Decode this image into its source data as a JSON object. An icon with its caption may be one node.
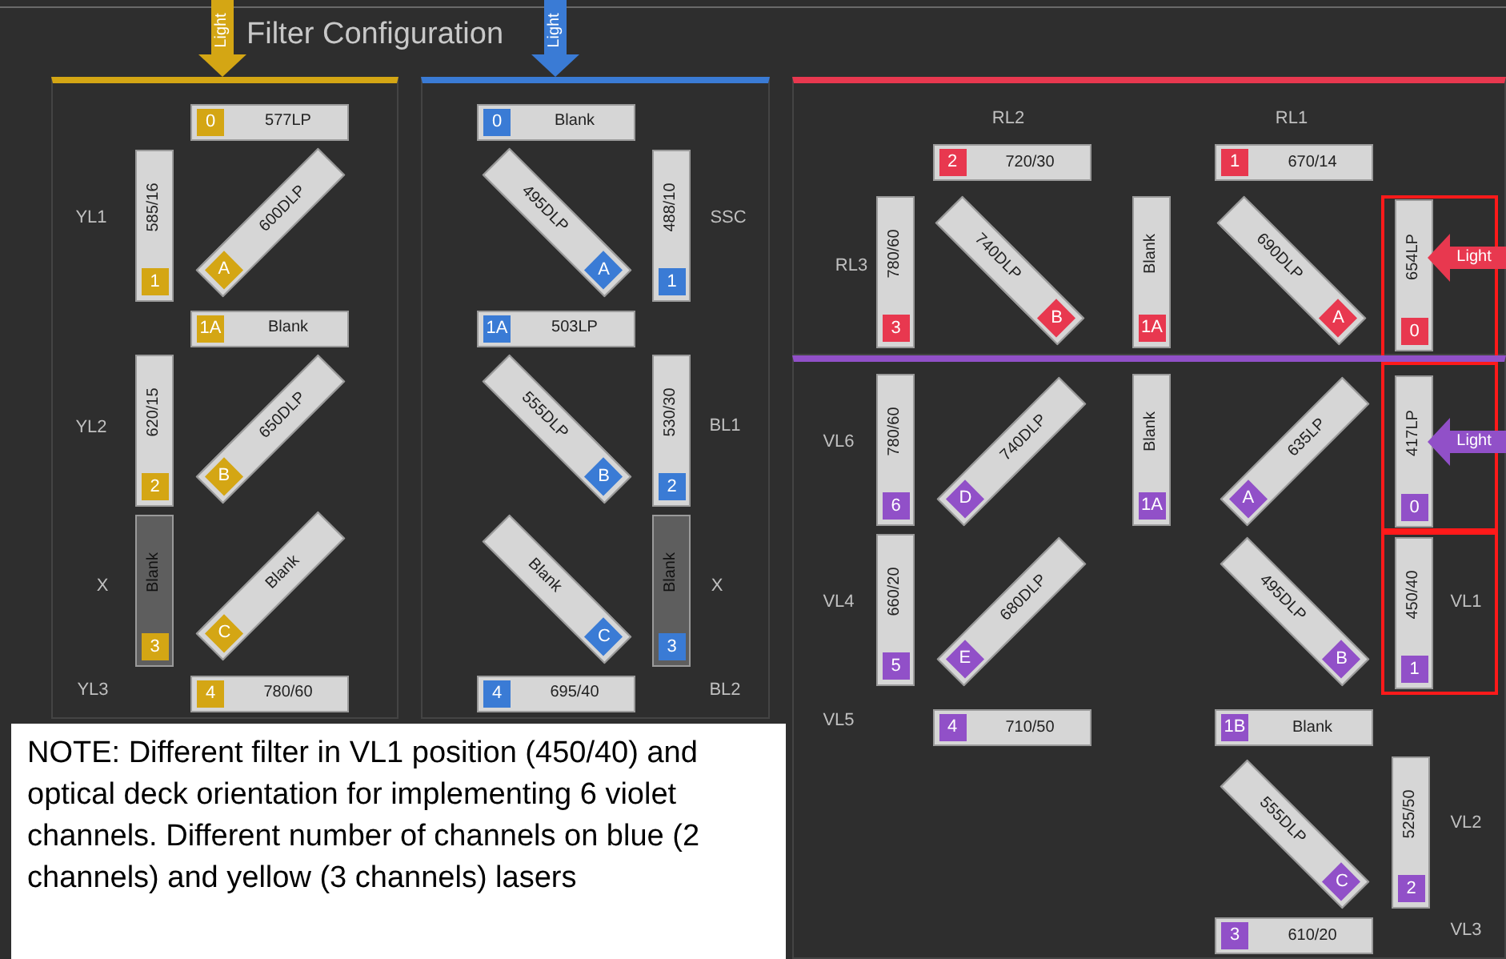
{
  "diagram": {
    "title": "Filter Configuration",
    "nodes": [
      {
        "text": [],
        "shape": "box"
      },
      {
        "text": [
          "0",
          "577LP"
        ],
        "in": 0
      },
      {
        "text": [
          "1",
          "585/16"
        ],
        "in": 0
      },
      {
        "text": [
          "A",
          "600DLP"
        ],
        "in": 0
      },
      {
        "text": [
          "1A",
          "Blank"
        ],
        "in": 0
      },
      {
        "text": [
          "2",
          "620/15"
        ],
        "in": 0
      },
      {
        "text": [
          "B",
          "650DLP"
        ],
        "in": 0
      },
      {
        "text": [
          "3",
          "Blank"
        ],
        "in": 0
      },
      {
        "text": [
          "C",
          "Blank"
        ],
        "in": 0
      },
      {
        "text": [
          "4",
          "780/60"
        ],
        "in": 0
      },
      {
        "text": [],
        "shape": "box"
      },
      {
        "text": [
          "0",
          "Blank"
        ],
        "in": 10
      },
      {
        "text": [
          "A",
          "495DLP"
        ],
        "in": 10
      },
      {
        "text": [
          "1",
          "488/10"
        ],
        "in": 10
      },
      {
        "text": [
          "1A",
          "503LP"
        ],
        "in": 10
      },
      {
        "text": [
          "B",
          "555DLP"
        ],
        "in": 10
      },
      {
        "text": [
          "2",
          "530/30"
        ],
        "in": 10
      },
      {
        "text": [
          "C",
          "Blank"
        ],
        "in": 10
      },
      {
        "text": [
          "3",
          "Blank"
        ],
        "in": 10
      },
      {
        "text": [
          "4",
          "695/40"
        ],
        "in": 10
      },
      {
        "text": [],
        "shape": "box"
      },
      {
        "text": [
          "2",
          "720/30"
        ],
        "in": 20
      },
      {
        "text": [
          "1",
          "670/14"
        ],
        "in": 20
      },
      {
        "text": [
          "3",
          "780/60"
        ],
        "in": 20
      },
      {
        "text": [
          "B",
          "740DLP"
        ],
        "in": 20
      },
      {
        "text": [
          "1A",
          "Blank"
        ],
        "in": 20
      },
      {
        "text": [
          "A",
          "690DLP"
        ],
        "in": 20
      },
      {
        "text": [],
        "shape": "box",
        "in": 20
      },
      {
        "text": [
          "0",
          "654LP"
        ],
        "in": 27
      },
      {
        "text": [],
        "shape": "box"
      },
      {
        "text": [
          "6",
          "780/60"
        ],
        "in": 29
      },
      {
        "text": [
          "D",
          "740DLP"
        ],
        "in": 29
      },
      {
        "text": [
          "1A",
          "Blank"
        ],
        "in": 29
      },
      {
        "text": [
          "A",
          "635LP"
        ],
        "in": 29
      },
      {
        "text": [],
        "shape": "box",
        "in": 29
      },
      {
        "text": [
          "0",
          "417LP"
        ],
        "in": 34
      },
      {
        "text": [
          "5",
          "660/20"
        ],
        "in": 29
      },
      {
        "text": [
          "E",
          "680DLP"
        ],
        "in": 29
      },
      {
        "text": [
          "B",
          "495DLP"
        ],
        "in": 29
      },
      {
        "text": [],
        "shape": "box",
        "in": 29
      },
      {
        "text": [
          "1",
          "450/40"
        ],
        "in": 39
      },
      {
        "text": [
          "4",
          "710/50"
        ],
        "in": 29
      },
      {
        "text": [
          "1B",
          "Blank"
        ],
        "in": 29
      },
      {
        "text": [
          "C",
          "555DLP"
        ],
        "in": 29
      },
      {
        "text": [
          "2",
          "525/50"
        ],
        "in": 29
      },
      {
        "text": [
          "3",
          "610/20"
        ],
        "in": 29
      },
      {
        "text": [
          "NOTE: Different filter in VL1 position (450/40) and optical deck orientation for implementing 6 violet channels. Different number of channels on blue (2 channels) and yellow (3 channels) lasers"
        ]
      }
    ],
    "edges": [
      {
        "from": null,
        "to": 0,
        "arrow": "to",
        "label": "Light",
        "color": "#d4a614"
      },
      {
        "from": null,
        "to": 10,
        "arrow": "to",
        "label": "Light",
        "color": "#3a7bd5"
      },
      {
        "from": null,
        "to": 28,
        "arrow": "to",
        "label": "Light",
        "color": "#e8384f"
      },
      {
        "from": null,
        "to": 35,
        "arrow": "to",
        "label": "Light",
        "color": "#9150c8"
      }
    ],
    "labels": [
      "YL1",
      "YL2",
      "X",
      "YL3",
      "SSC",
      "BL1",
      "X",
      "BL2",
      "RL2",
      "RL1",
      "RL3",
      "VL6",
      "VL4",
      "VL5",
      "VL1",
      "VL2",
      "VL3"
    ]
  }
}
